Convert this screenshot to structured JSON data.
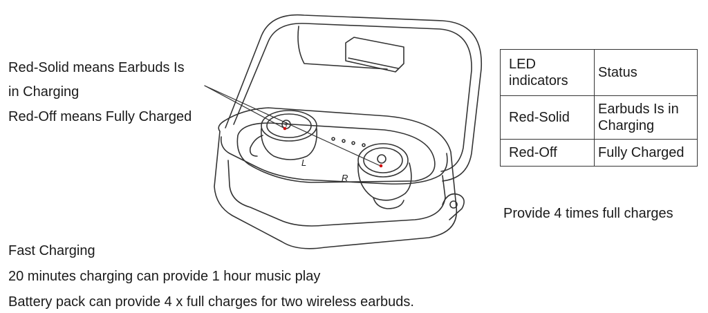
{
  "annotation": {
    "line1": "Red-Solid means Earbuds Is",
    "line2": "in Charging",
    "line3": "Red-Off means Fully Charged"
  },
  "led_table": {
    "header": {
      "col1": "LED indicators",
      "col2": "Status"
    },
    "rows": [
      {
        "indicator": "Red-Solid",
        "status": "Earbuds Is in Charging"
      },
      {
        "indicator": "Red-Off",
        "status": "Fully Charged"
      }
    ]
  },
  "provide_note": "Provide 4 times full charges",
  "fast_charging": {
    "title": "Fast Charging",
    "line1": "20 minutes charging can provide 1 hour music play",
    "line2": "Battery pack can provide 4 x full charges for two wireless earbuds."
  },
  "case_labels": {
    "left": "L",
    "right": "R"
  },
  "colors": {
    "line": "#333333",
    "led_red": "#d01010"
  }
}
